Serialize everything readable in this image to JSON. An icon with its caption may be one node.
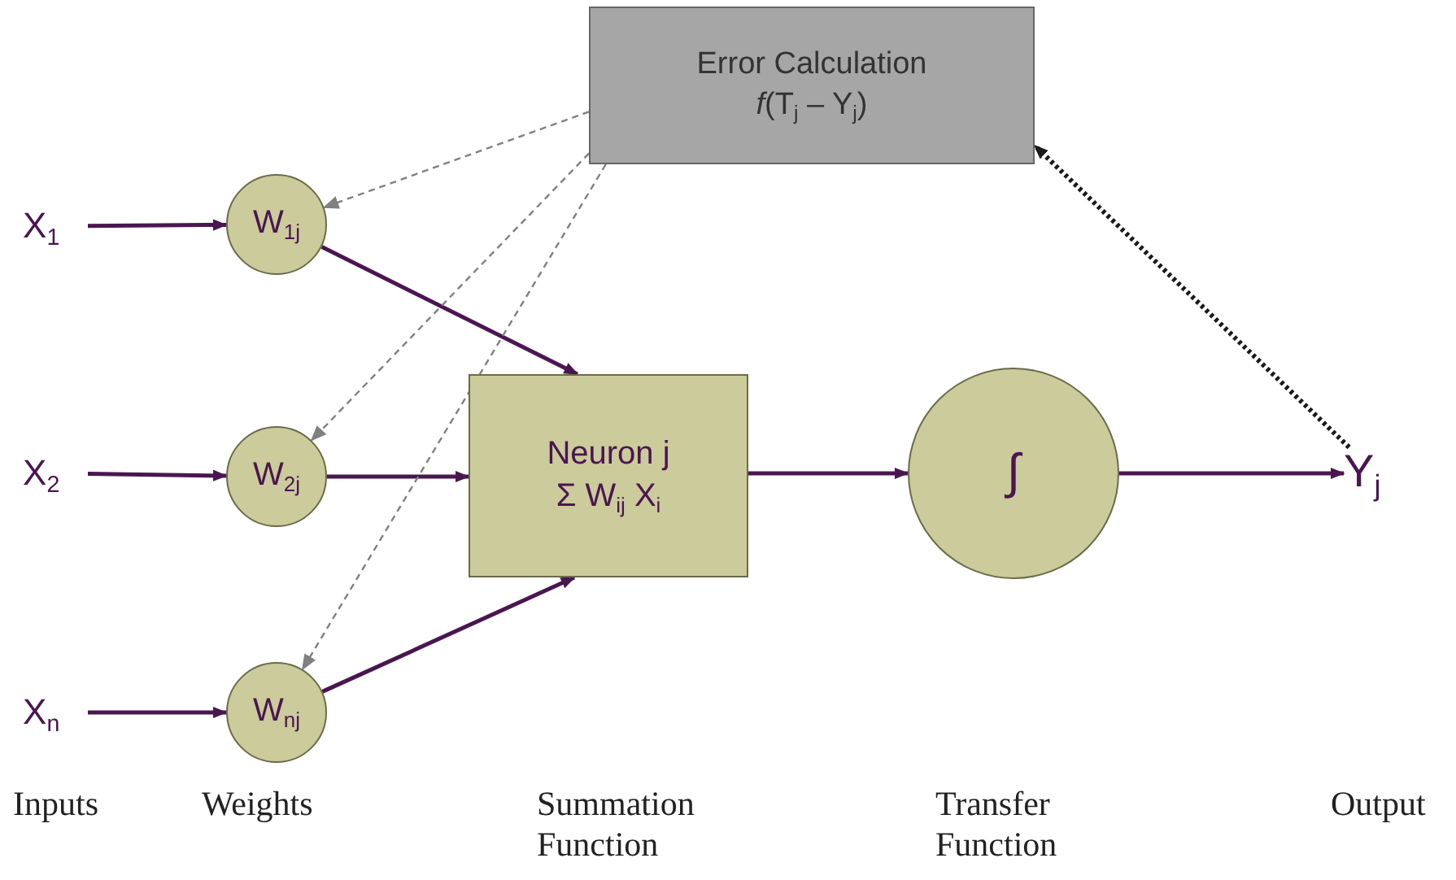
{
  "diagram": {
    "nodes": [
      {
        "text": [
          "Error Calculation",
          "*f*(T$_{j}$ – Y$_{j}$)"
        ]
      },
      {
        "text": [
          "X$_{1}$"
        ]
      },
      {
        "text": [
          "W$_{1j}$"
        ]
      },
      {
        "text": [
          "X$_{2}$"
        ]
      },
      {
        "text": [
          "W$_{2j}$"
        ]
      },
      {
        "text": [
          "X$_{n}$"
        ]
      },
      {
        "text": [
          "W$_{nj}$"
        ]
      },
      {
        "text": [
          "Neuron j",
          "Σ W$_{ij}$ X$_{i}$"
        ]
      },
      {
        "text": [
          "∫"
        ]
      },
      {
        "text": [
          "Y$_{j}$"
        ]
      }
    ],
    "edges": [
      {
        "from": 1,
        "to": 2,
        "arrow": "to"
      },
      {
        "from": 3,
        "to": 4,
        "arrow": "to"
      },
      {
        "from": 5,
        "to": 6,
        "arrow": "to"
      },
      {
        "from": 2,
        "to": 7,
        "arrow": "to"
      },
      {
        "from": 4,
        "to": 7,
        "arrow": "to"
      },
      {
        "from": 6,
        "to": 7,
        "arrow": "to"
      },
      {
        "from": 7,
        "to": 8,
        "arrow": "to"
      },
      {
        "from": 8,
        "to": 9,
        "arrow": "to"
      },
      {
        "from": 0,
        "to": 2,
        "arrow": "to",
        "style": "dashed",
        "color": "#808080"
      },
      {
        "from": 0,
        "to": 4,
        "arrow": "to",
        "style": "dashed",
        "color": "#808080"
      },
      {
        "from": 0,
        "to": 6,
        "arrow": "to",
        "style": "dashed",
        "color": "#808080"
      },
      {
        "from": 9,
        "to": 0,
        "arrow": "to",
        "style": "dashed",
        "color": "#1a1a1a"
      }
    ],
    "labels": [
      "Inputs",
      "Weights",
      "Summation Function",
      "Transfer Function",
      "Output"
    ]
  }
}
